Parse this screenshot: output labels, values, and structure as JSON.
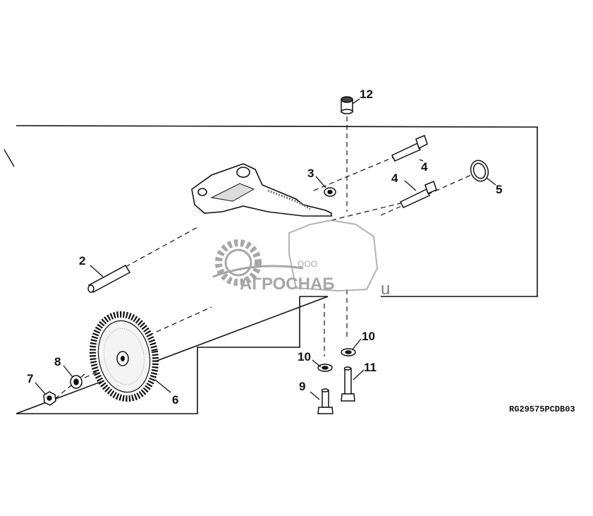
{
  "callouts": {
    "n1": "2",
    "n2": "3",
    "n3": "4",
    "n4": "4",
    "n5": "5",
    "n6": "6",
    "n7": "7",
    "n8": "8",
    "n9": "9",
    "n10": "10",
    "n11": "10",
    "n12": "11",
    "n13": "12"
  },
  "reference_code": "RG29575PCDB03",
  "watermark": {
    "company": "ООО",
    "brand": "АГРОСНАБ",
    "tail": "u"
  },
  "colors": {
    "line": "#111111",
    "watermark": "#8a8a8a"
  }
}
